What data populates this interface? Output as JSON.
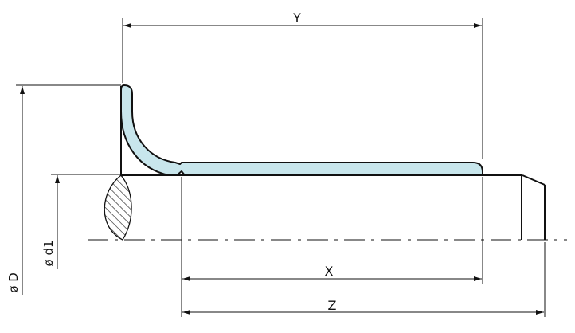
{
  "diagram": {
    "labels": {
      "y": "Y",
      "x": "X",
      "z": "Z",
      "d1": "ø d1",
      "D": "ø D"
    },
    "colors": {
      "fill": "#c8e6ec",
      "stroke": "#111111",
      "background": "#ffffff"
    }
  }
}
